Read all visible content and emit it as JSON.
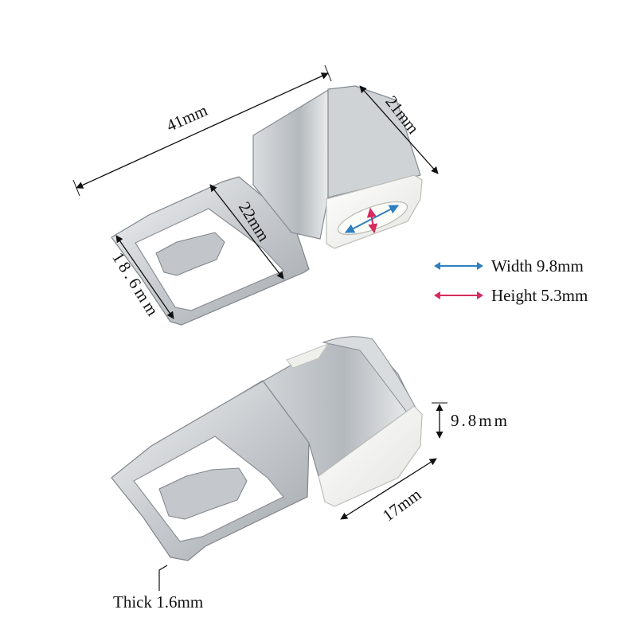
{
  "colors": {
    "width_arrow": "#2f7fbf",
    "height_arrow": "#d62b5c",
    "metal_light": "#e6e8ea",
    "metal_mid": "#b9bdc2",
    "metal_dark": "#8e949a",
    "ceramic": "#f4f4f2"
  },
  "icons": {
    "width_arrow": "double-arrow-horizontal-blue",
    "height_arrow": "double-arrow-horizontal-red"
  },
  "dimensions": {
    "total_length": "41mm",
    "head_length": "21mm",
    "plate_length": "22mm",
    "plate_width": "18.6mm",
    "head_height": "9.8mm",
    "head_width": "17mm"
  },
  "legend": {
    "width_label": "Width 9.8mm",
    "height_label": "Height 5.3mm"
  },
  "thickness_label": "Thick 1.6mm"
}
